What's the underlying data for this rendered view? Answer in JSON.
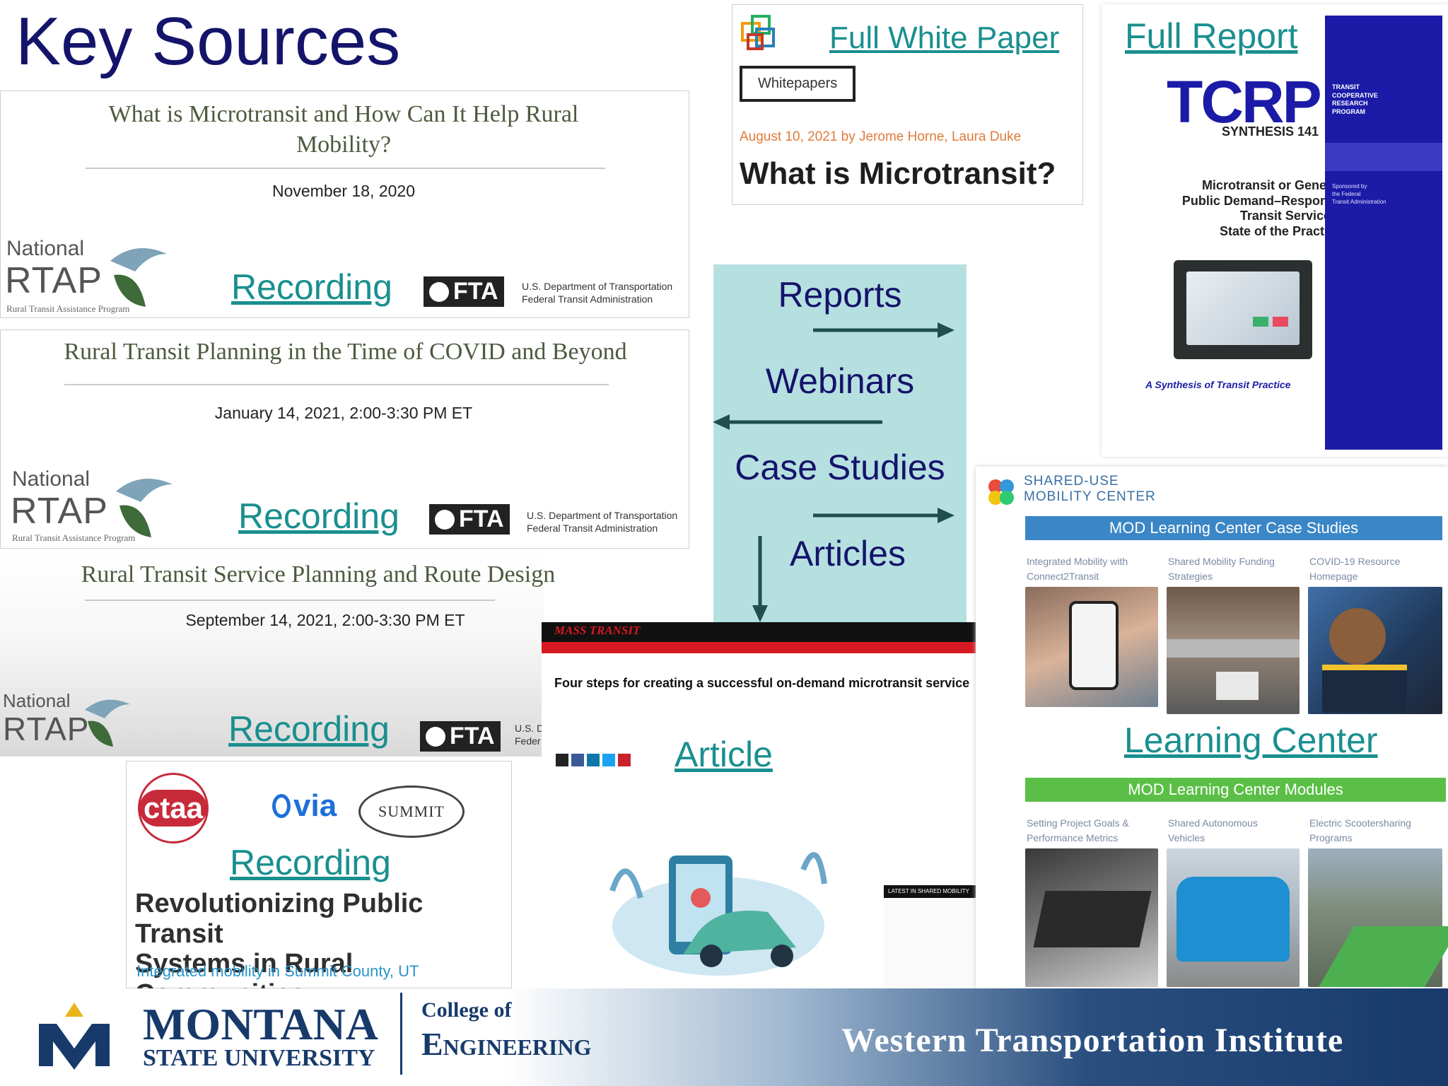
{
  "page": {
    "title": "Key Sources"
  },
  "colors": {
    "navy": "#14146b",
    "teal_link": "#1a8f8f",
    "center_box": "#b6e0e0",
    "tcrp_blue": "#1b1ba8",
    "mod_blue": "#3b86c6",
    "mod_green": "#5bbf47",
    "mass_red": "#d71921"
  },
  "webinar1": {
    "title": "What is Microtransit and How Can It Help Rural Mobility?",
    "date": "November 18, 2020",
    "link": "Recording"
  },
  "webinar2": {
    "title": "Rural Transit Planning in the Time of COVID and Beyond",
    "date": "January 14, 2021, 2:00-3:30 PM ET",
    "link": "Recording"
  },
  "webinar3": {
    "title": "Rural Transit Service Planning and Route Design",
    "date": "September 14, 2021, 2:00-3:30 PM ET",
    "link": "Recording"
  },
  "rtap": {
    "national": "National",
    "name": "RTAP",
    "sub": "Rural Transit Assistance Program"
  },
  "fta": {
    "name": "FTA",
    "dept1": "U.S. Department of Transportation",
    "dept2": "Federal Transit Administration",
    "dept_short": "U.S. D",
    "fed_short": "Feder"
  },
  "ctaa": {
    "logo": "ctaa",
    "via": "via",
    "summit": "SUMMIT",
    "link": "Recording",
    "title_line1": "Revolutionizing Public Transit",
    "title_line2": "Systems in Rural Communities",
    "subtitle": "Integrated mobility in Summit County, UT"
  },
  "whitepaper": {
    "link": "Full White Paper",
    "tag": "Whitepapers",
    "byline": "August 10, 2021  by Jerome Horne, Laura Duke",
    "title": "What is Microtransit?"
  },
  "tcrp": {
    "link": "Full Report",
    "logo": "TCRP",
    "synthesis": "SYNTHESIS 141",
    "line1": "Microtransit or General",
    "line2": "Public Demand–Response",
    "line3": "Transit Services:",
    "line4": "State of the Practice",
    "tagline": "A Synthesis of Transit Practice",
    "side1": "TRANSIT",
    "side2": "COOPERATIVE",
    "side3": "RESEARCH",
    "side4": "PROGRAM",
    "sponsor1": "Sponsored by",
    "sponsor2": "the Federal",
    "sponsor3": "Transit Administration"
  },
  "center": {
    "reports": "Reports",
    "webinars": "Webinars",
    "case_studies": "Case Studies",
    "articles": "Articles"
  },
  "masstransit": {
    "logo": "MASS TRANSIT",
    "headline": "Four steps for creating a successful on-demand microtransit service",
    "link": "Article",
    "sidebar_title": "LATEST IN SHARED MOBILITY"
  },
  "sumc": {
    "logo_line1": "SHARED-USE",
    "logo_line2": "MOBILITY CENTER",
    "case_bar": "MOD Learning Center Case Studies",
    "cap1a": "Integrated Mobility with",
    "cap1b": "Connect2Transit",
    "cap2a": "Shared Mobility Funding",
    "cap2b": "Strategies",
    "cap3a": "COVID-19 Resource",
    "cap3b": "Homepage",
    "link": "Learning Center",
    "module_bar": "MOD Learning Center Modules",
    "mod1a": "Setting Project Goals &",
    "mod1b": "Performance Metrics",
    "mod2a": "Shared Autonomous",
    "mod2b": "Vehicles",
    "mod3a": "Electric Scootersharing",
    "mod3b": "Programs"
  },
  "footer": {
    "msu1": "MONTANA",
    "msu2": "STATE UNIVERSITY",
    "college1": "College of",
    "college2": "Engineering",
    "wti": "Western Transportation Institute"
  }
}
